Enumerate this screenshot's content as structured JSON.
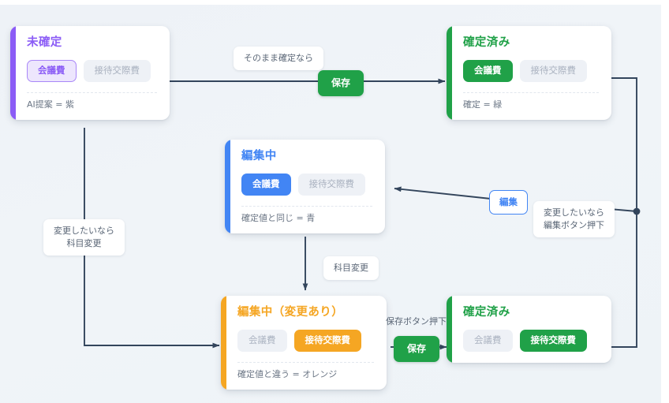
{
  "diagram": {
    "background_color": "#eef2f7",
    "edge_color": "#33455c",
    "cards": [
      {
        "id": "pending",
        "title": "未確定",
        "accent_color": "#8b5cf6",
        "chips": [
          {
            "label": "会議費",
            "state": "selected"
          },
          {
            "label": "接待交際費",
            "state": "muted"
          }
        ],
        "note": "AI提案 = 紫"
      },
      {
        "id": "confirmed-top",
        "title": "確定済み",
        "accent_color": "#20a148",
        "chips": [
          {
            "label": "会議費",
            "state": "selected"
          },
          {
            "label": "接待交際費",
            "state": "muted"
          }
        ],
        "note": "確定 = 緑"
      },
      {
        "id": "editing",
        "title": "編集中",
        "accent_color": "#4285f4",
        "chips": [
          {
            "label": "会議費",
            "state": "selected"
          },
          {
            "label": "接待交際費",
            "state": "muted"
          }
        ],
        "note": "確定値と同じ = 青"
      },
      {
        "id": "editing-changed",
        "title": "編集中（変更あり）",
        "accent_color": "#f5a623",
        "chips": [
          {
            "label": "会議費",
            "state": "muted"
          },
          {
            "label": "接待交際費",
            "state": "selected"
          }
        ],
        "note": "確定値と違う = オレンジ"
      },
      {
        "id": "confirmed-bottom",
        "title": "確定済み",
        "accent_color": "#20a148",
        "chips": [
          {
            "label": "会議費",
            "state": "muted"
          },
          {
            "label": "接待交際費",
            "state": "selected"
          }
        ],
        "note": ""
      }
    ],
    "edge_labels": [
      {
        "id": "as-is",
        "text": "そのまま確定なら"
      },
      {
        "id": "save-top",
        "text": "保存"
      },
      {
        "id": "change-category",
        "text": "変更したいなら\n科目変更"
      },
      {
        "id": "category-change",
        "text": "科目変更"
      },
      {
        "id": "edit-button",
        "text": "編集"
      },
      {
        "id": "want-change-edit",
        "text": "変更したいなら\n編集ボタン押下"
      },
      {
        "id": "save-button-press",
        "text": "保存ボタン押下"
      },
      {
        "id": "save-bottom",
        "text": "保存"
      }
    ]
  }
}
